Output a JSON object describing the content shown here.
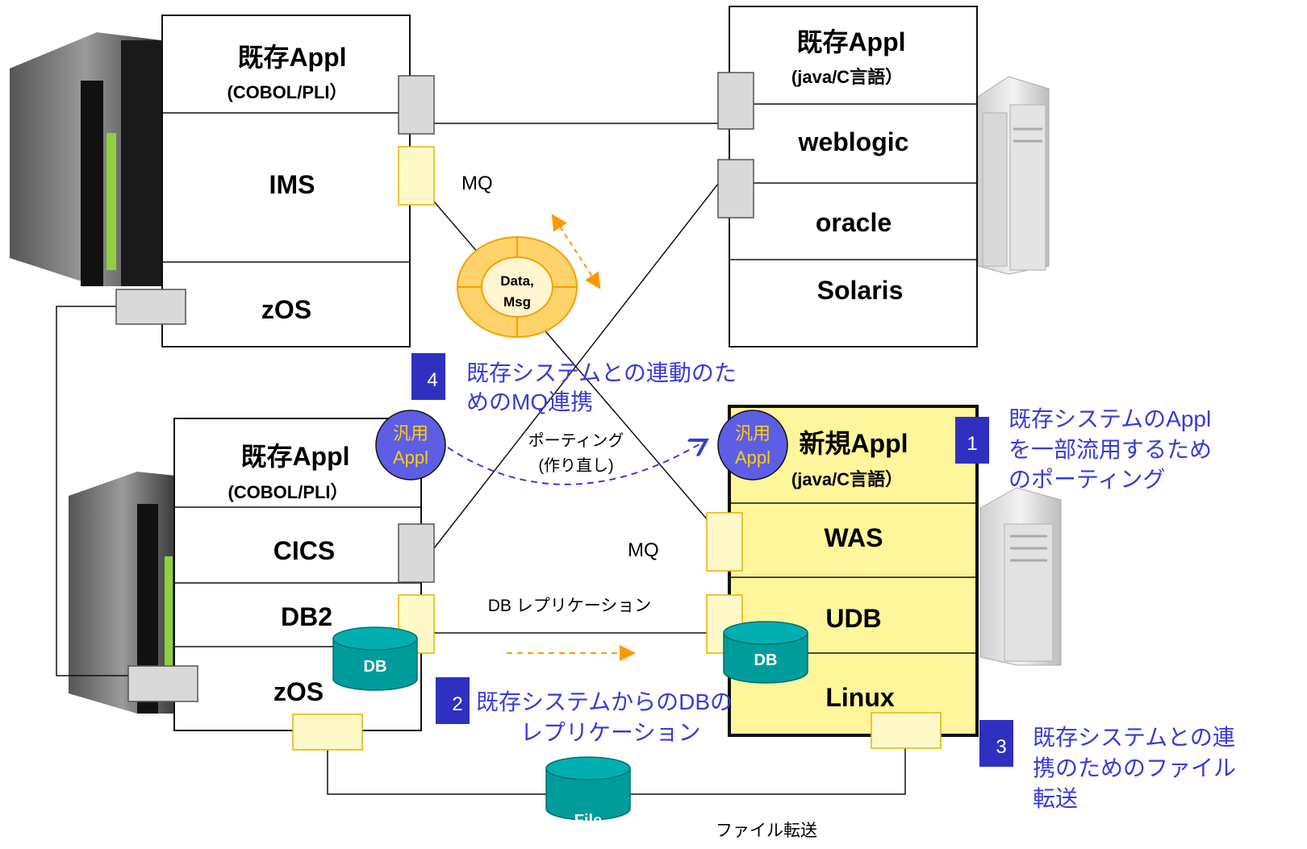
{
  "colors": {
    "legend_text": "#3a3ad6",
    "badge_fill": "#3030c0",
    "connector_yellow": "#fff9c8",
    "connector_yellow_border": "#e8b000",
    "connector_grey": "#d9d9d9",
    "new_stack_fill": "#fff59a",
    "db_teal": "#009c9c",
    "orange_arrow": "#ff9900",
    "hub_fill": "#ffd36b"
  },
  "top_left_stack": {
    "appl": "既存Appl",
    "appl_sub": "(COBOL/PLI）",
    "ims": "IMS",
    "os": "zOS"
  },
  "top_right_stack": {
    "appl": "既存Appl",
    "appl_sub": "(java/C言語）",
    "weblogic": "weblogic",
    "oracle": "oracle",
    "os": "Solaris"
  },
  "bottom_left_stack": {
    "appl": "既存Appl",
    "appl_sub": "(COBOL/PLI）",
    "cics": "CICS",
    "db2": "DB2",
    "os": "zOS",
    "db_icon": "DB"
  },
  "new_stack": {
    "appl": "新規Appl",
    "appl_sub": "(java/C言語）",
    "was": "WAS",
    "udb": "UDB",
    "os": "Linux",
    "db_icon": "DB"
  },
  "hub": {
    "line1": "Data,",
    "line2": "Msg"
  },
  "generic_appl": {
    "line1": "汎用",
    "line2": "Appl"
  },
  "connections": {
    "mq_top": "MQ",
    "mq_bottom": "MQ",
    "porting_1": "ポーティング",
    "porting_2": "(作り直し)",
    "db_replication": "DB レプリケーション",
    "file_transfer": "ファイル転送",
    "file_icon": "File"
  },
  "legend": [
    {
      "num": "1",
      "lines": [
        "既存システムのAppl",
        "を一部流用するため",
        "のポーティング"
      ]
    },
    {
      "num": "2",
      "lines": [
        "既存システムからのDBの",
        "レプリケーション"
      ]
    },
    {
      "num": "3",
      "lines": [
        "既存システムとの連",
        "携のためのファイル",
        "転送"
      ]
    },
    {
      "num": "4",
      "lines": [
        "既存システムとの連動のた",
        "めのMQ連携"
      ]
    }
  ]
}
